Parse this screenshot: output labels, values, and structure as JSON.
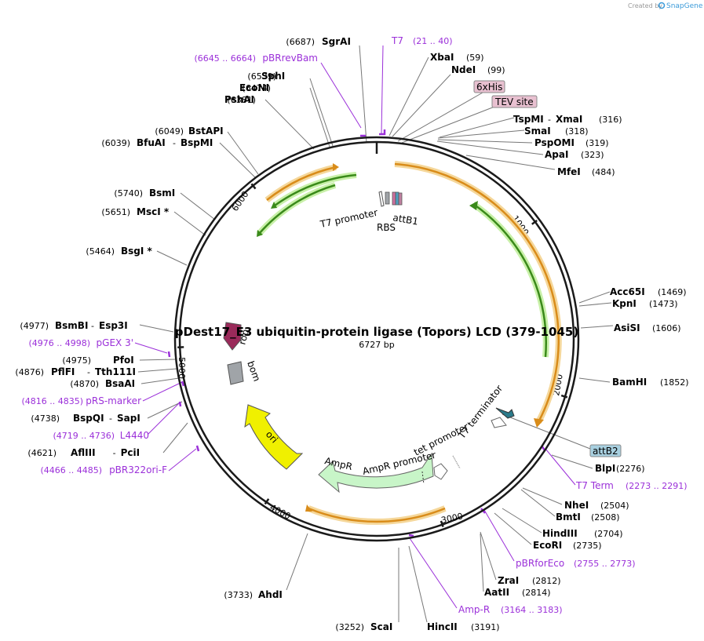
{
  "credit": "Created by",
  "brand": "SnapGene",
  "title": "pDest17_E3 ubiquitin-protein ligase (Topors) LCD (379-1045)",
  "subtitle": "6727 bp",
  "tick_labels": [
    "1000",
    "2000",
    "3000",
    "4000",
    "5000",
    "6000"
  ],
  "enzymes_left": [
    {
      "pos": "(6687)",
      "name": "SgrAI"
    },
    {
      "pos": "(6539)",
      "name": "SphI"
    },
    {
      "pos": "(6474)",
      "name": "EcoNI"
    },
    {
      "pos": "(6381)",
      "name": "PshAI"
    },
    {
      "pos": "(6049)",
      "name": "BstAPI"
    },
    {
      "pos": "(6039)",
      "name": "BfuAI",
      "sep": "-",
      "name2": "BspMI"
    },
    {
      "pos": "(5740)",
      "name": "BsmI"
    },
    {
      "pos": "(5651)",
      "name": "MscI *"
    },
    {
      "pos": "(5464)",
      "name": "BsgI *"
    },
    {
      "pos": "(4977)",
      "name": "BsmBI",
      "sep": "-",
      "name2": "Esp3I"
    },
    {
      "pos": "(4975)",
      "name": "PfoI"
    },
    {
      "pos": "(4876)",
      "name": "PflFI",
      "sep": "-",
      "name2": "Tth111I"
    },
    {
      "pos": "(4870)",
      "name": "BsaAI"
    },
    {
      "pos": "(4738)",
      "name": "BspQI",
      "sep": "-",
      "name2": "SapI"
    },
    {
      "pos": "(4621)",
      "name": "AflIII",
      "sep": "-",
      "name2": "PciI"
    },
    {
      "pos": "(3733)",
      "name": "AhdI"
    },
    {
      "pos": "(3252)",
      "name": "ScaI"
    }
  ],
  "enzymes_right": [
    {
      "name": "XbaI",
      "pos": "(59)"
    },
    {
      "name": "NdeI",
      "pos": "(99)"
    },
    {
      "name": "TspMI",
      "sep": "-",
      "name2": "XmaI",
      "pos": "(316)"
    },
    {
      "name": "SmaI",
      "pos": "(318)"
    },
    {
      "name": "PspOMI",
      "pos": "(319)"
    },
    {
      "name": "ApaI",
      "pos": "(323)"
    },
    {
      "name": "MfeI",
      "pos": "(484)"
    },
    {
      "name": "Acc65I",
      "pos": "(1469)"
    },
    {
      "name": "KpnI",
      "pos": "(1473)"
    },
    {
      "name": "AsiSI",
      "pos": "(1606)"
    },
    {
      "name": "BamHI",
      "pos": "(1852)"
    },
    {
      "name": "BlpI",
      "pos": "(2276)"
    },
    {
      "name": "NheI",
      "pos": "(2504)"
    },
    {
      "name": "BmtI",
      "pos": "(2508)"
    },
    {
      "name": "HindIII",
      "pos": "(2704)"
    },
    {
      "name": "EcoRI",
      "pos": "(2735)"
    },
    {
      "name": "ZraI",
      "pos": "(2812)"
    },
    {
      "name": "AatII",
      "pos": "(2814)"
    },
    {
      "name": "HincII",
      "pos": "(3191)"
    }
  ],
  "primers": [
    {
      "name": "T7",
      "range": "(21 .. 40)"
    },
    {
      "name": "pBRrevBam",
      "range": "(6645 .. 6664)"
    },
    {
      "name": "pGEX 3'",
      "range": "(4976 .. 4998)"
    },
    {
      "name": "pRS-marker",
      "range": "(4816 .. 4835)"
    },
    {
      "name": "L4440",
      "range": "(4719 .. 4736)"
    },
    {
      "name": "pBR322ori-F",
      "range": "(4466 .. 4485)"
    },
    {
      "name": "T7 Term",
      "range": "(2273 .. 2291)"
    },
    {
      "name": "pBRforEco",
      "range": "(2755 .. 2773)"
    },
    {
      "name": "Amp-R",
      "range": "(3164 .. 3183)"
    }
  ],
  "boxed_features": [
    {
      "label": "6xHis",
      "color": "#e8c0d0"
    },
    {
      "label": "TEV site",
      "color": "#e8c0d0"
    },
    {
      "label": "attB2",
      "color": "#a8d0e0"
    }
  ],
  "feature_labels": {
    "t7_promoter": "T7 promoter",
    "rbs": "RBS",
    "attb1": "attB1",
    "rop": "rop",
    "bom": "bom",
    "ori": "ori",
    "ampr": "AmpR",
    "ampr_promoter": "AmpR promoter",
    "tet_promoter": "tet promoter",
    "t7_terminator": "T7 terminator"
  },
  "colors": {
    "backbone": "#1a1a1a",
    "orf": "#d98c1a",
    "orf_glow": "#f5d79a",
    "green_arrow": "#3a8a1a",
    "green_glow": "#c8f0a8",
    "ori": "#f0f000",
    "ampr": "#c8f5c8",
    "rop": "#9a2a5a",
    "bom": "#a0a4a8",
    "primer": "#9b30d9",
    "t7_term": "#2a7a8a"
  }
}
